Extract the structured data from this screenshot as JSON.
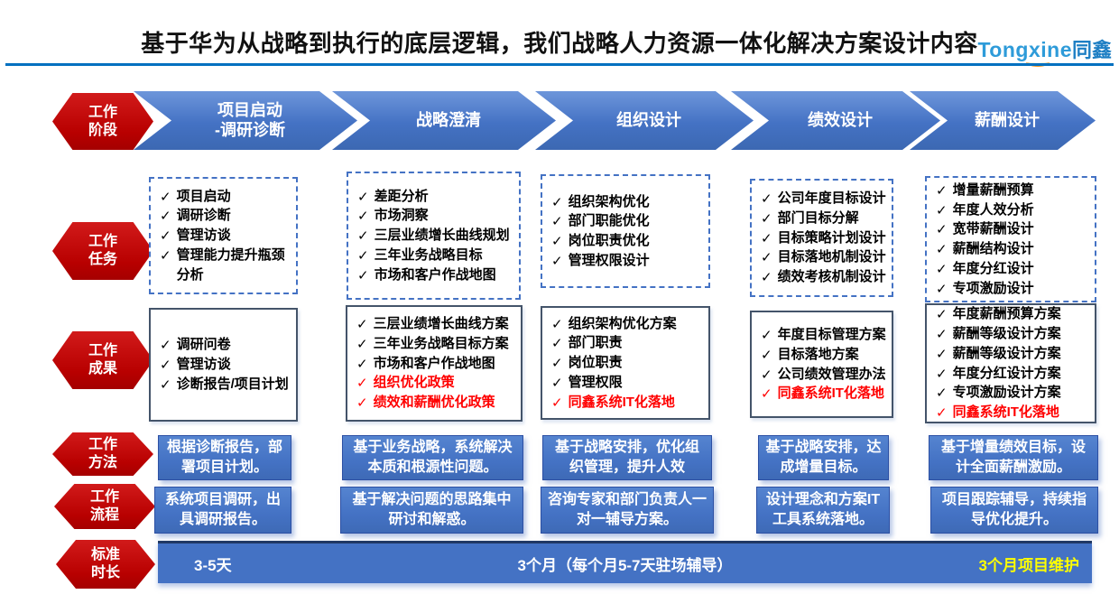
{
  "title": "基于华为从战略到执行的底层逻辑，我们战略人力资源一体化解决方案设计内容",
  "logo": {
    "latin": "Tongxine",
    "cjk": "同鑫"
  },
  "colors": {
    "accent_blue": "#4472C4",
    "brand_red": "#C00000",
    "divider_blue": "#0070C0",
    "alert_red_text": "#FF0000",
    "highlight_yellow": "#FFFF00",
    "logo_blue": "#2E9BD9",
    "logo_orange": "#F7941E"
  },
  "icons": {
    "check": "✓"
  },
  "row_labels": [
    {
      "l1": "工作",
      "l2": "阶段"
    },
    {
      "l1": "工作",
      "l2": "任务"
    },
    {
      "l1": "工作",
      "l2": "成果"
    },
    {
      "l1": "工作",
      "l2": "方法"
    },
    {
      "l1": "工作",
      "l2": "流程"
    },
    {
      "l1": "标准",
      "l2": "时长"
    }
  ],
  "phases": [
    {
      "l1": "项目启动",
      "l2": "-调研诊断"
    },
    {
      "l1": "战略澄清",
      "l2": ""
    },
    {
      "l1": "组织设计",
      "l2": ""
    },
    {
      "l1": "绩效设计",
      "l2": ""
    },
    {
      "l1": "薪酬设计",
      "l2": ""
    }
  ],
  "columns": [
    {
      "tasks": [
        {
          "text": "项目启动"
        },
        {
          "text": "调研诊断"
        },
        {
          "text": "管理访谈"
        },
        {
          "text": "管理能力提升瓶颈分析"
        }
      ],
      "results": [
        {
          "text": "调研问卷"
        },
        {
          "text": "管理访谈"
        },
        {
          "text": "诊断报告/项目计划"
        }
      ],
      "method": "根据诊断报告，部署项目计划。",
      "process": "系统项目调研，出具调研报告。"
    },
    {
      "tasks": [
        {
          "text": "差距分析"
        },
        {
          "text": "市场洞察"
        },
        {
          "text": "三层业绩增长曲线规划"
        },
        {
          "text": "三年业务战略目标"
        },
        {
          "text": "市场和客户作战地图"
        }
      ],
      "results": [
        {
          "text": "三层业绩增长曲线方案"
        },
        {
          "text": "三年业务战略目标方案"
        },
        {
          "text": "市场和客户作战地图"
        },
        {
          "text": "组织优化政策",
          "red": true
        },
        {
          "text": "绩效和薪酬优化政策",
          "red": true
        }
      ],
      "method": "基于业务战略，系统解决本质和根源性问题。",
      "process": "基于解决问题的思路集中研讨和解惑。"
    },
    {
      "tasks": [
        {
          "text": "组织架构优化"
        },
        {
          "text": "部门职能优化"
        },
        {
          "text": "岗位职责优化"
        },
        {
          "text": "管理权限设计"
        }
      ],
      "results": [
        {
          "text": "组织架构优化方案"
        },
        {
          "text": "部门职责"
        },
        {
          "text": "岗位职责"
        },
        {
          "text": "管理权限"
        },
        {
          "text": "同鑫系统IT化落地",
          "red": true
        }
      ],
      "method": "基于战略安排，优化组织管理，提升人效",
      "process": "咨询专家和部门负责人一对一辅导方案。"
    },
    {
      "tasks": [
        {
          "text": "公司年度目标设计"
        },
        {
          "text": "部门目标分解"
        },
        {
          "text": "目标策略计划设计"
        },
        {
          "text": "目标落地机制设计"
        },
        {
          "text": "绩效考核机制设计"
        }
      ],
      "results": [
        {
          "text": "年度目标管理方案"
        },
        {
          "text": "目标落地方案"
        },
        {
          "text": "公司绩效管理办法"
        },
        {
          "text": "同鑫系统IT化落地",
          "red": true
        }
      ],
      "method": "基于战略安排，达成增量目标。",
      "process": "设计理念和方案IT工具系统落地。"
    },
    {
      "tasks": [
        {
          "text": "增量薪酬预算"
        },
        {
          "text": "年度人效分析"
        },
        {
          "text": "宽带薪酬设计"
        },
        {
          "text": "薪酬结构设计"
        },
        {
          "text": "年度分红设计"
        },
        {
          "text": "专项激励设计"
        }
      ],
      "results": [
        {
          "text": "年度薪酬预算方案"
        },
        {
          "text": "薪酬等级设计方案"
        },
        {
          "text": "薪酬等级设计方案"
        },
        {
          "text": "年度分红设计方案"
        },
        {
          "text": "专项激励设计方案"
        },
        {
          "text": "同鑫系统IT化落地",
          "red": true
        }
      ],
      "method": "基于增量绩效目标，设计全面薪酬激励。",
      "process": "项目跟踪辅导，持续指导优化提升。"
    }
  ],
  "duration": {
    "left": "3-5天",
    "middle": "3个月（每个月5-7天驻场辅导）",
    "right": "3个月项目维护"
  }
}
